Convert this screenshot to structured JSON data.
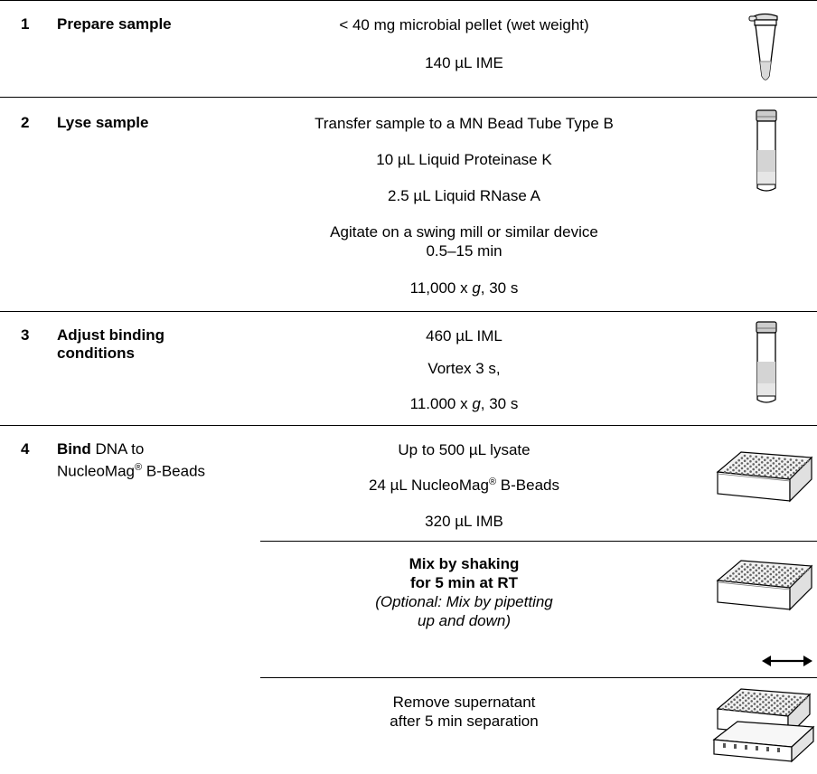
{
  "steps": [
    {
      "number": "1",
      "title": "Prepare sample",
      "lines": [
        "< 40 mg microbial pellet (wet weight)",
        "140 µL IME"
      ],
      "icon": "microcentrifuge-tube-icon"
    },
    {
      "number": "2",
      "title": "Lyse sample",
      "lines": [
        "Transfer sample to a MN Bead Tube Type B",
        "10 µL Liquid Proteinase K",
        "2.5 µL Liquid RNase A",
        "Agitate on a swing mill or similar device",
        "0.5–15 min"
      ],
      "centrifuge": {
        "speed": "11,000 x ",
        "g": "g",
        "time": ", 30 s"
      },
      "icon": "bead-tube-icon"
    },
    {
      "number": "3",
      "title_line1": "Adjust binding",
      "title_line2": "conditions",
      "lines": [
        "460 µL IML",
        "Vortex 3 s,"
      ],
      "centrifuge": {
        "speed": "11.000 x ",
        "g": "g",
        "time": ", 30 s"
      },
      "icon": "bead-tube-icon"
    },
    {
      "number": "4",
      "title_bold": "Bind",
      "title_rest": " DNA to",
      "title_line2": "NucleoMag",
      "title_line2_sup": "®",
      "title_line2_rest": " B-Beads",
      "lines": [
        "Up to 500 µL lysate"
      ],
      "beads_line": {
        "prefix": "24 µL NucleoMag",
        "sup": "®",
        "suffix": " B-Beads"
      },
      "line3": "320 µL IMB",
      "mix": {
        "bold1": "Mix by shaking",
        "bold2": "for 5 min at RT",
        "ital1": "(Optional: Mix by pipetting",
        "ital2": "up and down)"
      },
      "remove": {
        "line1": "Remove supernatant",
        "line2": "after 5 min separation"
      },
      "icons": [
        "96-well-plate-icon",
        "96-well-plate-shaking-icon",
        "double-arrow-icon",
        "plate-on-magnet-icon"
      ]
    }
  ]
}
